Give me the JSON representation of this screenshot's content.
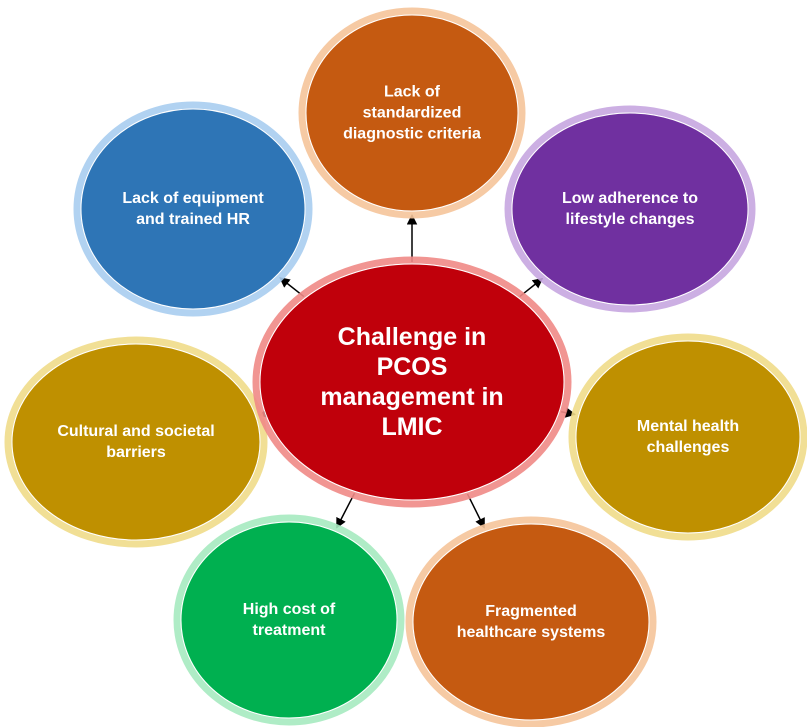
{
  "center": {
    "lines": [
      "Challenge in",
      "PCOS",
      "management in",
      "LMIC"
    ],
    "color": "#c0000b",
    "glow": "#f08a86"
  },
  "nodes": [
    {
      "id": "diagnostic-criteria",
      "lines": [
        "Lack of",
        "standardized",
        "diagnostic criteria"
      ],
      "color": "#c55a11",
      "glow": "#f5c49a"
    },
    {
      "id": "lifestyle-adherence",
      "lines": [
        "Low adherence to",
        "lifestyle changes"
      ],
      "color": "#7030a0",
      "glow": "#c6a6e0"
    },
    {
      "id": "mental-health",
      "lines": [
        "Mental health",
        "challenges"
      ],
      "color": "#bf9000",
      "glow": "#f0db8a"
    },
    {
      "id": "fragmented-systems",
      "lines": [
        "Fragmented",
        "healthcare systems"
      ],
      "color": "#c55a11",
      "glow": "#f5c49a"
    },
    {
      "id": "high-cost",
      "lines": [
        "High cost of",
        "treatment"
      ],
      "color": "#00b050",
      "glow": "#a6eac0"
    },
    {
      "id": "cultural-barriers",
      "lines": [
        "Cultural and societal",
        "barriers"
      ],
      "color": "#bf9000",
      "glow": "#f0db8a"
    },
    {
      "id": "equipment-hr",
      "lines": [
        "Lack of equipment",
        "and trained HR"
      ],
      "color": "#2e75b6",
      "glow": "#a9cdf0"
    }
  ]
}
